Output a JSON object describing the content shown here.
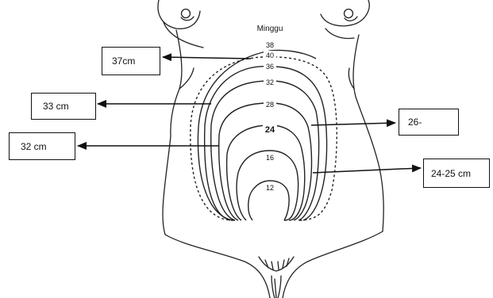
{
  "diagram": {
    "header": "Minggu",
    "week_labels": [
      "38",
      "40",
      "36",
      "32",
      "28",
      "24",
      "16",
      "12"
    ],
    "callouts": [
      {
        "id": "37",
        "text": "37cm"
      },
      {
        "id": "33",
        "text": "33 cm"
      },
      {
        "id": "32",
        "text": "32 cm"
      },
      {
        "id": "26",
        "text": "26-"
      },
      {
        "id": "24",
        "text": "24-25 cm"
      }
    ]
  }
}
